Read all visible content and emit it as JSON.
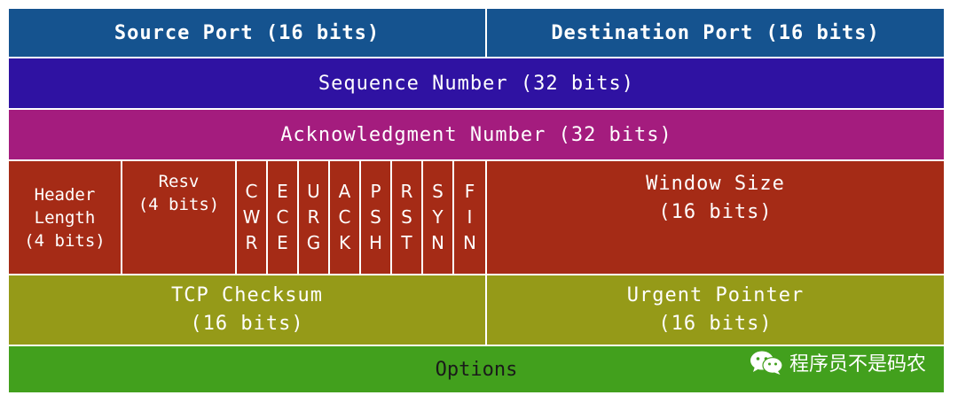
{
  "row1": {
    "source_port": "Source Port (16 bits)",
    "destination_port": "Destination Port (16 bits)"
  },
  "row2": {
    "sequence_number": "Sequence Number (32 bits)"
  },
  "row3": {
    "acknowledgment_number": "Acknowledgment Number (32 bits)"
  },
  "row4": {
    "header_length": "Header\nLength\n(4 bits)",
    "resv": "Resv\n(4 bits)",
    "flags": [
      {
        "letters": [
          "C",
          "W",
          "R"
        ]
      },
      {
        "letters": [
          "E",
          "C",
          "E"
        ]
      },
      {
        "letters": [
          "U",
          "R",
          "G"
        ]
      },
      {
        "letters": [
          "A",
          "C",
          "K"
        ]
      },
      {
        "letters": [
          "P",
          "S",
          "H"
        ]
      },
      {
        "letters": [
          "R",
          "S",
          "T"
        ]
      },
      {
        "letters": [
          "S",
          "Y",
          "N"
        ]
      },
      {
        "letters": [
          "F",
          "I",
          "N"
        ]
      }
    ],
    "window_size": {
      "line1": "Window Size",
      "line2": "(16 bits)"
    }
  },
  "row5": {
    "tcp_checksum": {
      "line1": "TCP Checksum",
      "line2": "(16 bits)"
    },
    "urgent_pointer": {
      "line1": "Urgent Pointer",
      "line2": "(16 bits)"
    }
  },
  "row6": {
    "options": "Options"
  },
  "watermark": {
    "text": "程序员不是码农",
    "icon": "wechat-icon"
  },
  "colors": {
    "row1": "#15538f",
    "row2": "#2f12a2",
    "row3": "#a41c7e",
    "row4": "#a52b16",
    "row5": "#959a18",
    "row6": "#42a01d"
  }
}
